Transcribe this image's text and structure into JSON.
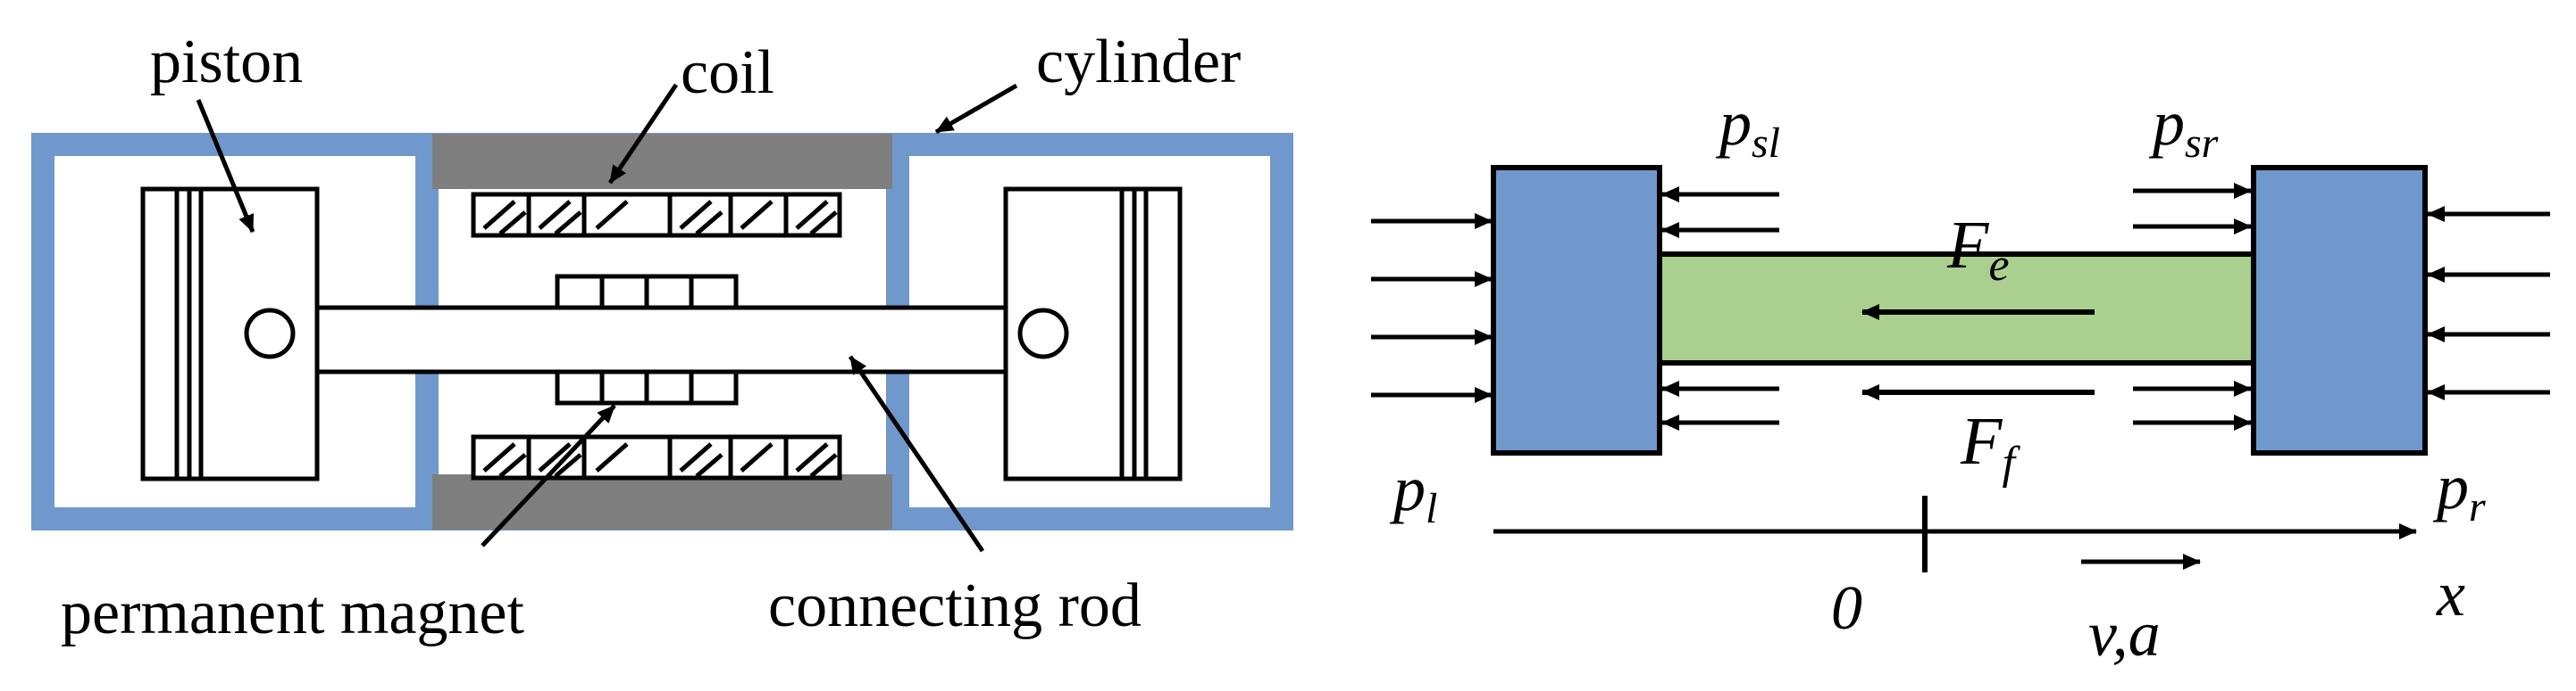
{
  "left_diagram": {
    "labels": {
      "piston": "piston",
      "coil": "coil",
      "cylinder": "cylinder",
      "permanent_magnet": "permanent magnet",
      "connecting_rod": "connecting rod"
    },
    "colors": {
      "cylinder_wall": "#7098cc",
      "coil_housing": "#7f7f7f",
      "outline": "#000000"
    }
  },
  "right_diagram": {
    "labels": {
      "p_sl": {
        "base": "p",
        "sub": "sl"
      },
      "p_sr": {
        "base": "p",
        "sub": "sr"
      },
      "p_l": {
        "base": "p",
        "sub": "l"
      },
      "p_r": {
        "base": "p",
        "sub": "r"
      },
      "F_e": {
        "base": "F",
        "sub": "e"
      },
      "F_f": {
        "base": "F",
        "sub": "f"
      },
      "origin": "0",
      "axis": "x",
      "velocity_accel": "v,a"
    },
    "colors": {
      "piston_fill": "#7098cc",
      "rod_fill": "#a9d08e",
      "outline": "#000000"
    }
  }
}
